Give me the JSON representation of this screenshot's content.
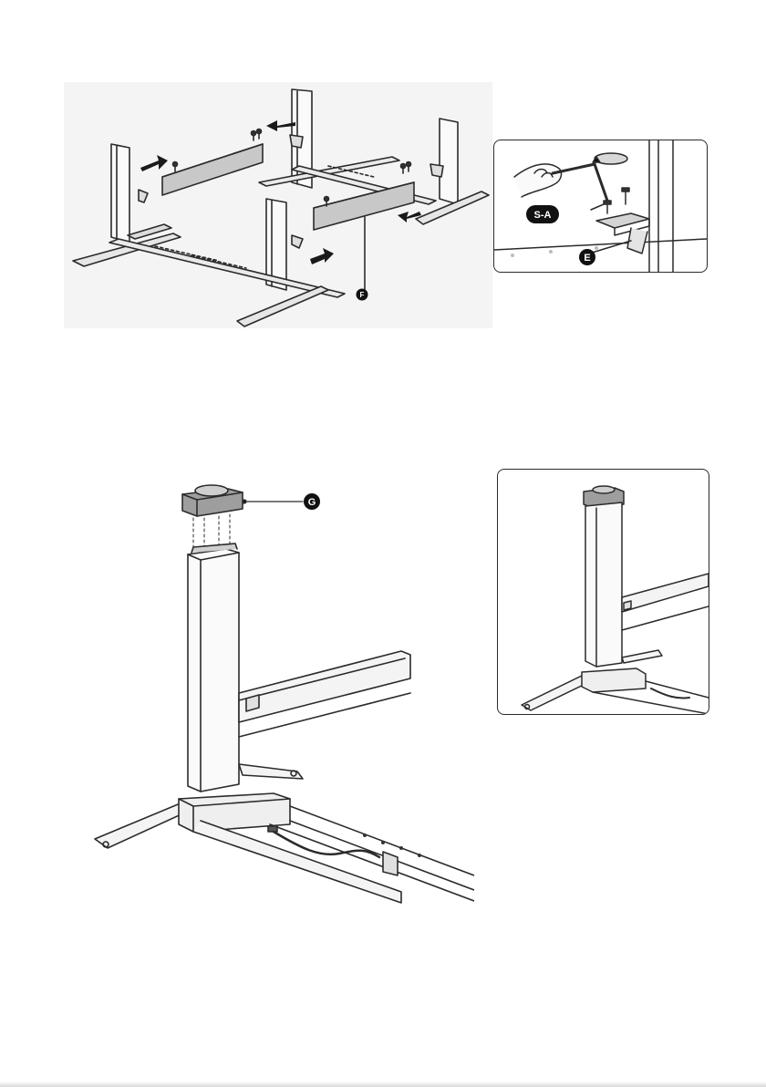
{
  "figure1": {
    "callouts": {
      "f": "F"
    }
  },
  "inset1": {
    "callouts": {
      "sa": "S-A",
      "e": "E"
    }
  },
  "figure2": {
    "callouts": {
      "g": "G"
    }
  }
}
